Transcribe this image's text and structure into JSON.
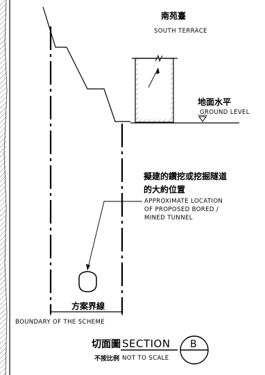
{
  "labels": {
    "terrace_cn": "南苑臺",
    "terrace_en": "SOUTH TERRACE",
    "ground_cn": "地面水平",
    "ground_en": "GROUND LEVEL",
    "tunnel_cn_1": "擬建的鑽挖或挖掘隧道",
    "tunnel_cn_2": "的大約位置",
    "tunnel_en_1": "APPROXIMATE LOCATION",
    "tunnel_en_2": "OF PROPOSED BORED /",
    "tunnel_en_3": "MINED TUNNEL",
    "boundary_cn": "方案界線",
    "boundary_en": "BOUNDARY OF THE SCHEME",
    "section_cn": "切面圖",
    "section_en": "SECTION",
    "section_id": "B",
    "scale_cn": "不按比例",
    "scale_en": "NOT TO SCALE"
  },
  "colors": {
    "ink": "#000000",
    "hatch": "#555555",
    "paper": "#ffffff"
  }
}
